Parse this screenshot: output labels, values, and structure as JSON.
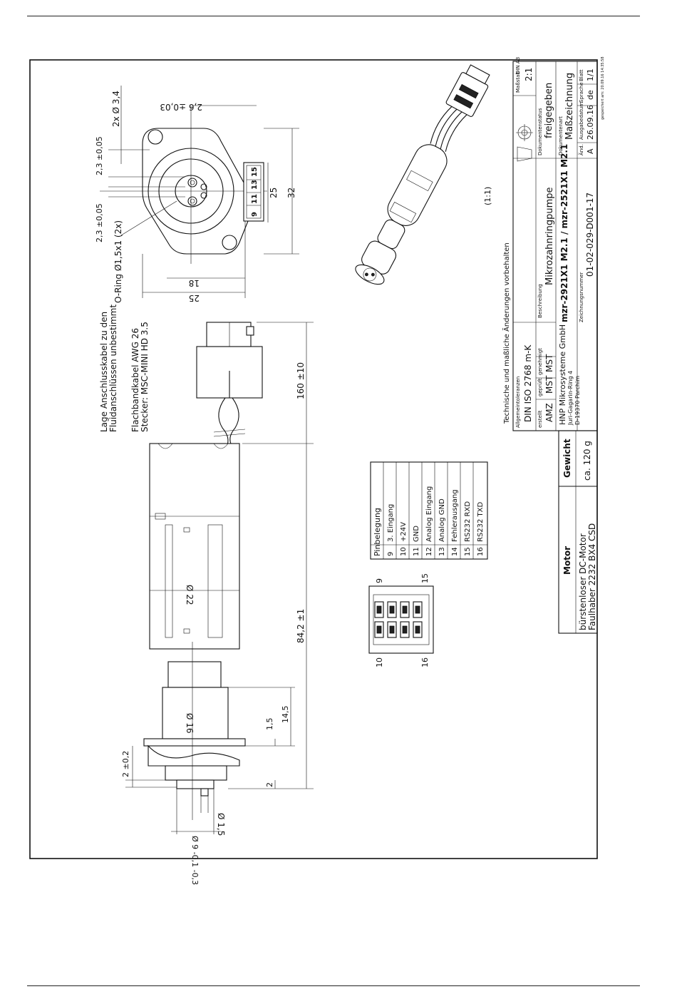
{
  "motor_note": {
    "line1": "Lage Anschlusskabel zu den",
    "line2": "Fluidanschlüssen unbestimmt"
  },
  "cable_note": {
    "line1": "Flachbandkabel AWG 26",
    "line2": "Stecker: MSC-MINI HD 3.5"
  },
  "dimensions": {
    "d_3_4": "2x Ø 3,4",
    "d_2_6": "2,6 ±0,03",
    "d_2_3_a": "2,3 ±0,05",
    "d_2_3_b": "2,3 ±0,05",
    "o_ring": "O-Ring Ø1,5x1 (2x)",
    "d_25_v": "25",
    "d_32": "32",
    "d_18": "18",
    "d_25_h": "25",
    "d_160": "160 ±10",
    "d_84_2": "84,2 ±1",
    "d_22": "Ø 22",
    "d_16": "Ø 16",
    "d_1_5": "1,5",
    "d_14_5": "14,5",
    "d_2_0_2": "2 ±0,2",
    "d_2": "2",
    "d_1_5_dia": "Ø 1,5",
    "d_9": "Ø 9 -0,1 -0,3"
  },
  "connector_pins": [
    "9",
    "10",
    "15",
    "16"
  ],
  "scale_note": "(1:1)",
  "pin_table": {
    "title": "Pinbelegung",
    "rows": [
      {
        "pin": "9",
        "signal": "3. Eingang"
      },
      {
        "pin": "10",
        "signal": "+24V"
      },
      {
        "pin": "11",
        "signal": "GND"
      },
      {
        "pin": "12",
        "signal": "Analog Eingang"
      },
      {
        "pin": "13",
        "signal": "Analog GND"
      },
      {
        "pin": "14",
        "signal": "Fehlerausgang"
      },
      {
        "pin": "15",
        "signal": "RS232 RXD"
      },
      {
        "pin": "16",
        "signal": "RS232 TXD"
      }
    ]
  },
  "motor_block": {
    "heading": "Motor",
    "line1": "bürstenloser DC-Motor",
    "line2": "Faulhaber 2232 BX4 CSD",
    "weight_heading": "Gewicht",
    "weight_value": "ca. 120 g"
  },
  "title_block": {
    "rights_note": "Technische und maßliche Änderungen vorbehalten",
    "tolerance_label": "Allgemeintoleranzen",
    "tolerance_value": "DIN ISO 2768 m-K",
    "created_label": "erstellt",
    "created_value": "AMZ",
    "checked_label": "geprüft",
    "checked_value": "MST",
    "approved_label": "genehmigt",
    "approved_value": "MST",
    "company": "HNP Mikrosysteme GmbH",
    "street": "Juri-Gagarin-Ring 4",
    "city": "D-19370 Parchim",
    "description_label": "Beschreibung",
    "description_value": "Mikrozahnringpumpe",
    "models": "mzr-2921X1 M2.1 / mzr-2521X1 M2.1",
    "drawing_no_label": "Zeichnungsnummer",
    "drawing_no": "01-02-029-D001-17",
    "scale_label": "Maßstab",
    "format_label": "DIN A3",
    "scale_value": "2:1",
    "status_label": "Dokumentenstatus",
    "status_value": "freigegeben",
    "doctype_label": "Dokumentenart",
    "doctype_value": "Maßzeichnung",
    "rev_label": "Änd.",
    "rev_value": "A",
    "issue_date_label": "Ausgabedatum",
    "issue_date_value": "26.09.16",
    "lang_label": "Sprache",
    "lang_value": "de",
    "sheet_label": "Blatt",
    "sheet_value": "1/1",
    "saved_note": "gespeichert am: 20.09.16 14:35:58"
  }
}
